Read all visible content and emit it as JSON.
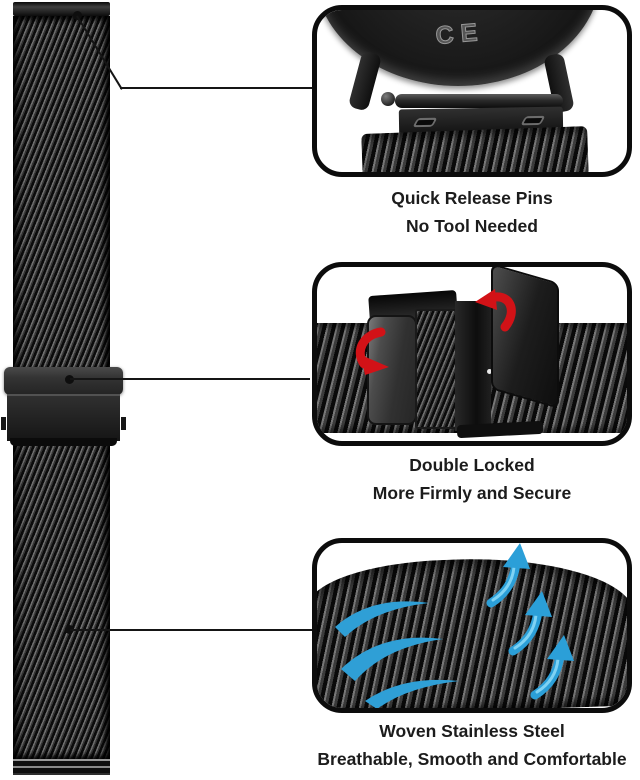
{
  "page": {
    "background": "#ffffff"
  },
  "colors": {
    "panel_border": "#0c0c0c",
    "callout_line": "#151515",
    "text": "#1c1c1c",
    "red_arrow": "#d21217",
    "blue_arrow": "#2fa6e0",
    "band_dark": "#232323"
  },
  "watch_back": {
    "ce_mark": "CE"
  },
  "features": [
    {
      "id": "quick-release-pins",
      "title": "Quick Release Pins",
      "subtitle": "No Tool Needed"
    },
    {
      "id": "double-locked",
      "title": "Double Locked",
      "subtitle": "More Firmly and Secure"
    },
    {
      "id": "woven-stainless-steel",
      "title": "Woven Stainless Steel",
      "subtitle": "Breathable, Smooth and Comfortable"
    }
  ]
}
